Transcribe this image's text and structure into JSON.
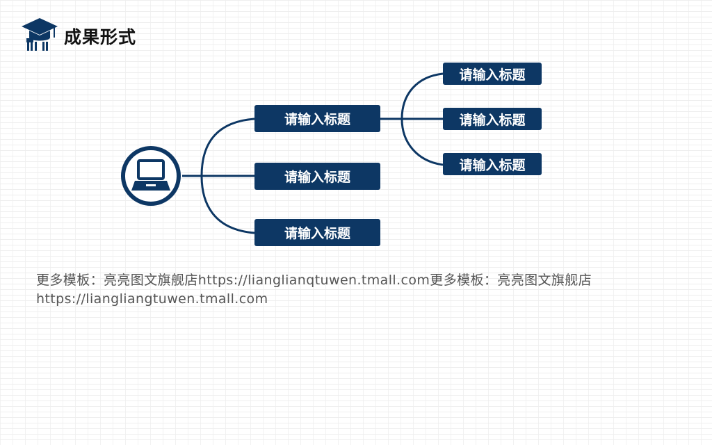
{
  "header": {
    "title": "成果形式",
    "icon": "graduation-cap-icon"
  },
  "diagram": {
    "hub_icon": "laptop-icon",
    "colors": {
      "primary": "#0d3764",
      "text_on_primary": "#ffffff"
    },
    "level1": [
      {
        "label": "请输入标题"
      },
      {
        "label": "请输入标题"
      },
      {
        "label": "请输入标题"
      }
    ],
    "level2": [
      {
        "label": "请输入标题"
      },
      {
        "label": "请输入标题"
      },
      {
        "label": "请输入标题"
      }
    ]
  },
  "footer": {
    "text": "更多模板：亮亮图文旗舰店https://lianglianqtuwen.tmall.com更多模板：亮亮图文旗舰店https://liangliangtuwen.tmall.com"
  }
}
